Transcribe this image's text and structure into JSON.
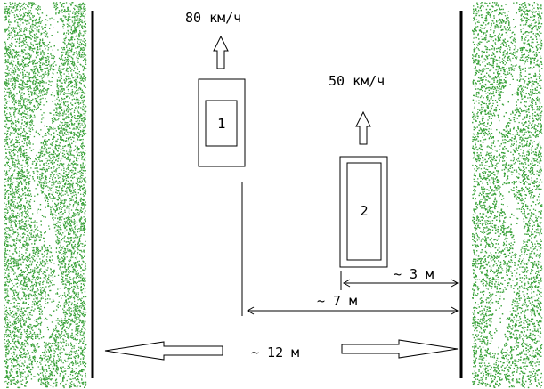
{
  "colors": {
    "vegetation": "#3aa23a",
    "line": "#000000",
    "background": "#ffffff"
  },
  "cars": [
    {
      "number": "1",
      "speed": "80 км/ч"
    },
    {
      "number": "2",
      "speed": "50 км/ч"
    }
  ],
  "distances": {
    "car2_to_edge": "~ 3 м",
    "car1_to_edge": "~ 7 м",
    "road_width": "~ 12 м"
  }
}
